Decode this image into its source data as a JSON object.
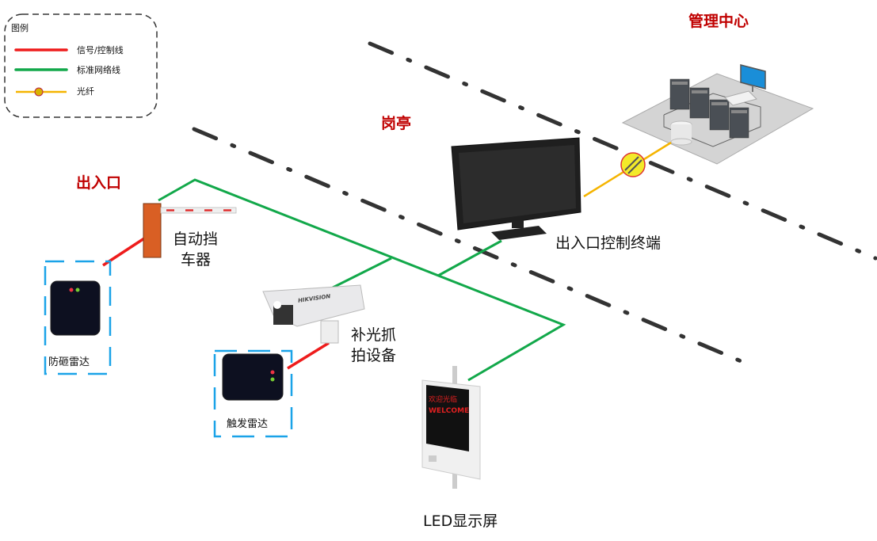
{
  "legend": {
    "title": "图例",
    "items": [
      {
        "label": "信号/控制线",
        "color": "#ee1c1c",
        "type": "signal-line"
      },
      {
        "label": "标准网络线",
        "color": "#12a84a",
        "type": "network-line"
      },
      {
        "label": "光纤",
        "color": "#f5b400",
        "type": "fiber-line"
      }
    ]
  },
  "zones": {
    "management": "管理中心",
    "booth": "岗亭",
    "entrance": "出入口"
  },
  "devices": {
    "barrier": {
      "line1": "自动挡",
      "line2": "车器"
    },
    "anti_smash_radar": "防砸雷达",
    "camera": {
      "line1": "补光抓",
      "line2": "拍设备",
      "brand": "HIKVISION"
    },
    "trigger_radar": "触发雷达",
    "terminal": "出入口控制终端",
    "led": {
      "label": "LED显示屏",
      "screen_line1": "欢迎光临",
      "screen_line2": "WELCOME"
    }
  },
  "colors": {
    "signal": "#ee1c1c",
    "network": "#12a84a",
    "fiber": "#f5b400",
    "zone_title": "#c00000",
    "radar_frame": "#1aa3e8"
  }
}
